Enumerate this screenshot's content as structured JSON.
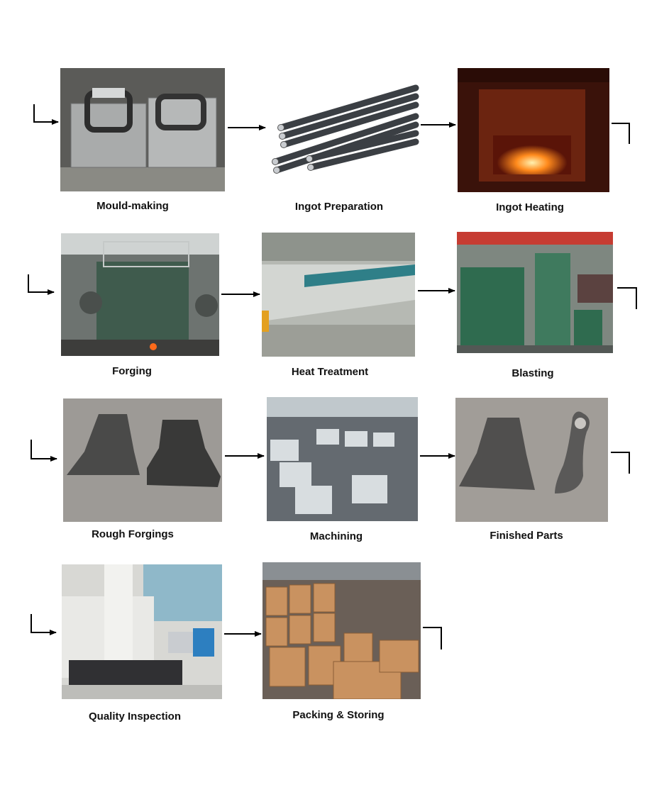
{
  "steps": [
    {
      "label": "Mould-making"
    },
    {
      "label": "Ingot Preparation"
    },
    {
      "label": "Ingot Heating"
    },
    {
      "label": "Forging"
    },
    {
      "label": "Heat Treatment"
    },
    {
      "label": "Blasting"
    },
    {
      "label": "Rough Forgings"
    },
    {
      "label": "Machining"
    },
    {
      "label": "Finished Parts"
    },
    {
      "label": "Quality Inspection"
    },
    {
      "label": "Packing & Storing"
    }
  ]
}
